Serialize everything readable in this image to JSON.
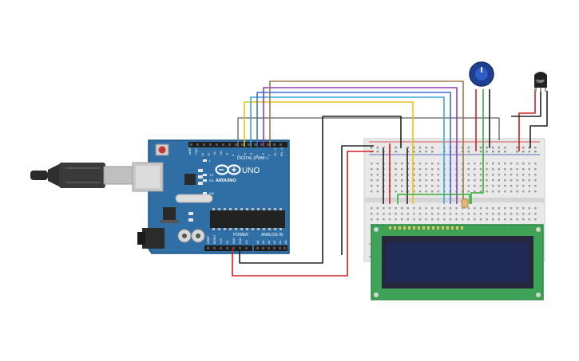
{
  "arduino": {
    "brand": "ARDUINO",
    "model": "UNO",
    "digital_label": "DIGITAL (PWM~)",
    "power_label": "POWER",
    "analog_label": "ANALOG IN",
    "tx_label": "TX",
    "rx_label": "RX",
    "l_label": "L",
    "on_label": "ON",
    "aref_label": "AREF",
    "gnd_label": "GND",
    "digital_pins": [
      "13",
      "12",
      "~11",
      "~10",
      "~9",
      "8",
      "7",
      "~6",
      "~5",
      "4",
      "~3",
      "2",
      "TX→1",
      "RX←0"
    ],
    "power_pins": [
      "IOREF",
      "RESET",
      "3.3V",
      "5V",
      "GND",
      "GND",
      "Vin"
    ],
    "analog_pins": [
      "A0",
      "A1",
      "A2",
      "A3",
      "A4",
      "A5"
    ]
  },
  "sensor": {
    "label": "TMP"
  },
  "colors": {
    "board": "#2f6fa6",
    "board_dark": "#1f5585",
    "breadboard": "#e9e9e9",
    "lcd_pcb": "#3fa257",
    "lcd_screen": "#1f2b55",
    "wire_red": "#d12020",
    "wire_black": "#222222",
    "wire_gray": "#7a7a7a",
    "wire_brown": "#a07850",
    "wire_purple": "#8a3fb0",
    "wire_blue": "#3a6fd8",
    "wire_cyan": "#37a8d8",
    "wire_yellow": "#e6c419",
    "wire_green": "#35b035"
  }
}
